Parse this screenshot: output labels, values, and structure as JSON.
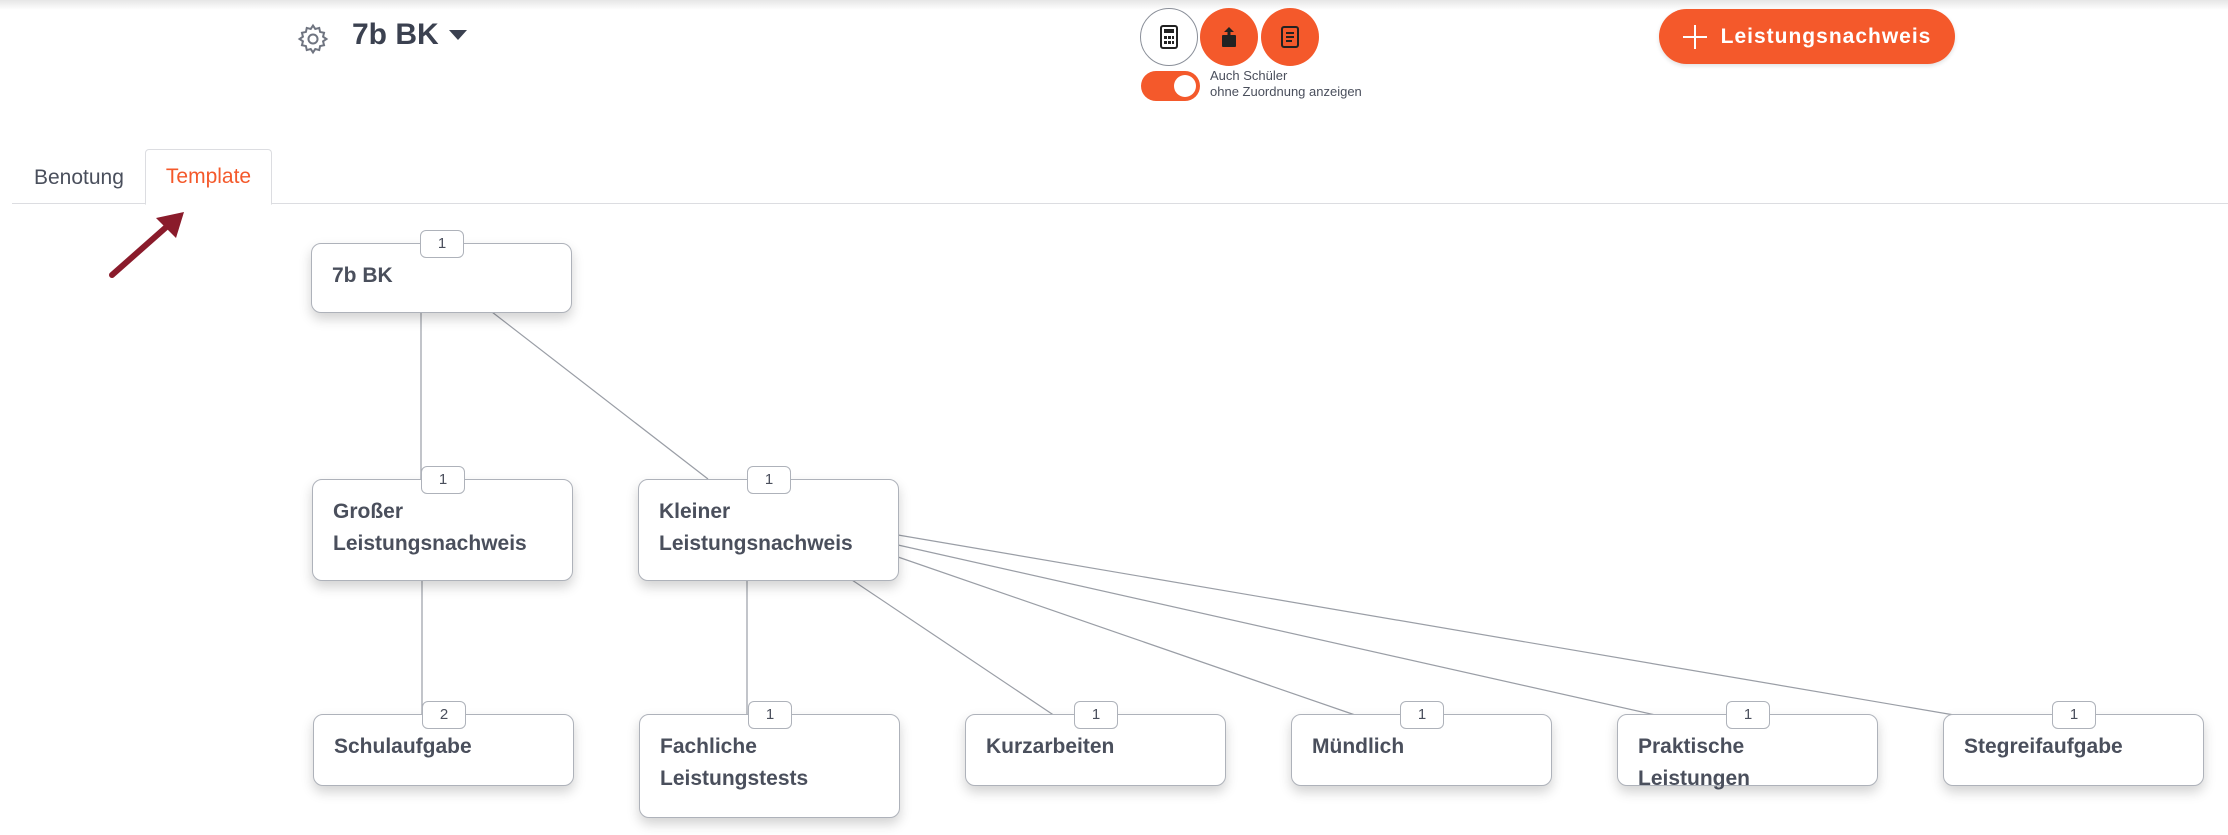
{
  "header": {
    "class_name": "7b BK",
    "toggle_label_line1": "Auch Schüler",
    "toggle_label_line2": "ohne Zuordnung anzeigen",
    "add_button_label": "Leistungsnachweis",
    "toggle_on": true,
    "accent_color": "#f4592b"
  },
  "tabs": [
    {
      "label": "Benotung",
      "active": false
    },
    {
      "label": "Template",
      "active": true
    }
  ],
  "tree": {
    "root": {
      "label": "7b BK",
      "weight": "1"
    },
    "groups": [
      {
        "label_line1": "Großer",
        "label_line2": "Leistungsnachweis",
        "weight": "1"
      },
      {
        "label_line1": "Kleiner",
        "label_line2": "Leistungsnachweis",
        "weight": "1"
      }
    ],
    "leaves": [
      {
        "label_line1": "Schulaufgabe",
        "label_line2": "",
        "weight": "2"
      },
      {
        "label_line1": "Fachliche",
        "label_line2": "Leistungstests",
        "weight": "1"
      },
      {
        "label_line1": "Kurzarbeiten",
        "label_line2": "",
        "weight": "1"
      },
      {
        "label_line1": "Mündlich",
        "label_line2": "",
        "weight": "1"
      },
      {
        "label_line1": "Praktische Leistungen",
        "label_line2": "",
        "weight": "1"
      },
      {
        "label_line1": "Stegreifaufgabe",
        "label_line2": "",
        "weight": "1"
      }
    ]
  }
}
